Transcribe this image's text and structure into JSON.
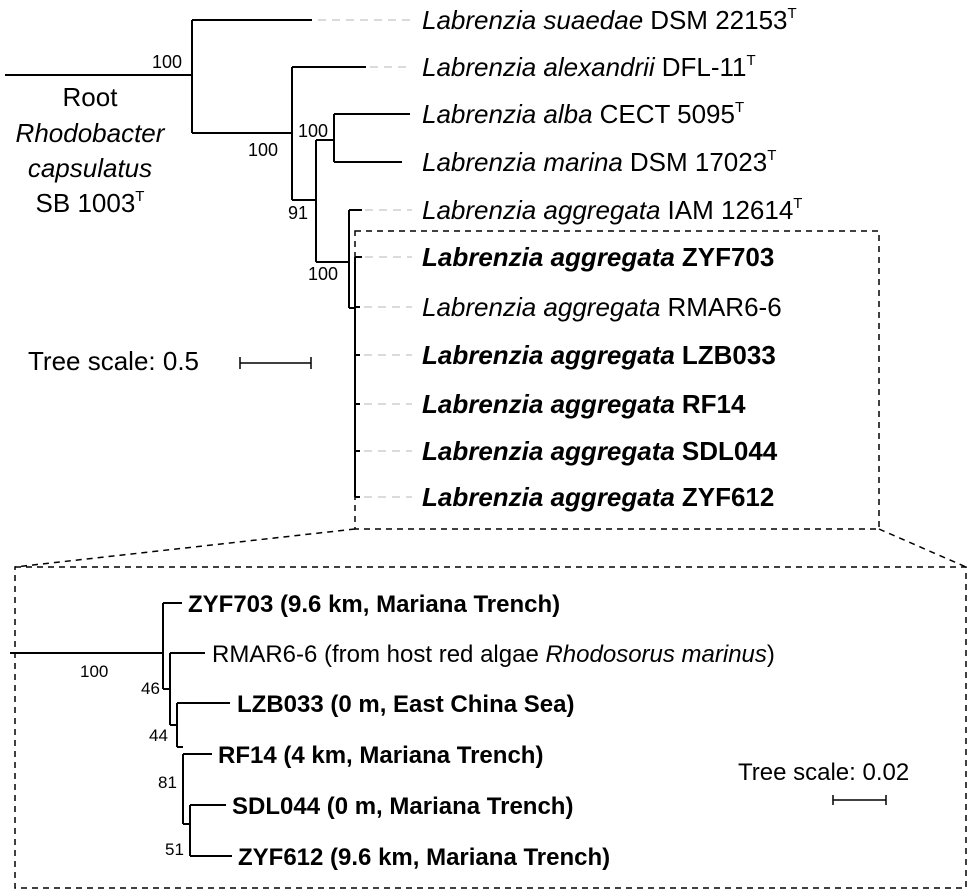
{
  "main_tree": {
    "root_label": {
      "line1": "Root",
      "line2": "Rhodobacter",
      "line3": "capsulatus",
      "line4": "SB 1003",
      "sup": "T"
    },
    "taxa": [
      {
        "genus": "Labrenzia suaedae",
        "strain": "DSM 22153",
        "sup": "T",
        "bold": false
      },
      {
        "genus": "Labrenzia alexandrii",
        "strain": "DFL-11",
        "sup": "T",
        "bold": false
      },
      {
        "genus": "Labrenzia alba",
        "strain": "CECT 5095",
        "sup": "T",
        "bold": false
      },
      {
        "genus": "Labrenzia marina",
        "strain": "DSM 17023",
        "sup": "T",
        "bold": false
      },
      {
        "genus": "Labrenzia aggregata",
        "strain": "IAM 12614",
        "sup": "T",
        "bold": false
      },
      {
        "genus": "Labrenzia aggregata",
        "strain": "ZYF703",
        "sup": "",
        "bold": true
      },
      {
        "genus": "Labrenzia aggregata",
        "strain": "RMAR6-6",
        "sup": "",
        "bold": false
      },
      {
        "genus": "Labrenzia aggregata",
        "strain": "LZB033",
        "sup": "",
        "bold": true
      },
      {
        "genus": "Labrenzia aggregata",
        "strain": "RF14",
        "sup": "",
        "bold": true
      },
      {
        "genus": "Labrenzia aggregata",
        "strain": "SDL044",
        "sup": "",
        "bold": true
      },
      {
        "genus": "Labrenzia aggregata",
        "strain": "ZYF612",
        "sup": "",
        "bold": true
      }
    ],
    "bootstrap": {
      "b1": "100",
      "b2": "100",
      "b3": "100",
      "b4": "91",
      "b5": "100"
    },
    "scale_label": "Tree scale: 0.5"
  },
  "inset_tree": {
    "taxa": [
      {
        "text": "ZYF703 (9.6 km, Mariana Trench)",
        "bold": true
      },
      {
        "text": "RMAR6-6 (from host red algae ",
        "italic_part": "Rhodosorus marinus",
        "suffix": ")",
        "bold": false
      },
      {
        "text": "LZB033 (0 m, East China Sea)",
        "bold": true
      },
      {
        "text": "RF14 (4 km, Mariana Trench)",
        "bold": true
      },
      {
        "text": "SDL044 (0 m, Mariana Trench)",
        "bold": true
      },
      {
        "text": "ZYF612 (9.6 km, Mariana Trench)",
        "bold": true
      }
    ],
    "bootstrap": {
      "b1": "100",
      "b2": "46",
      "b3": "44",
      "b4": "81",
      "b5": "51"
    },
    "scale_label": "Tree scale: 0.02"
  }
}
